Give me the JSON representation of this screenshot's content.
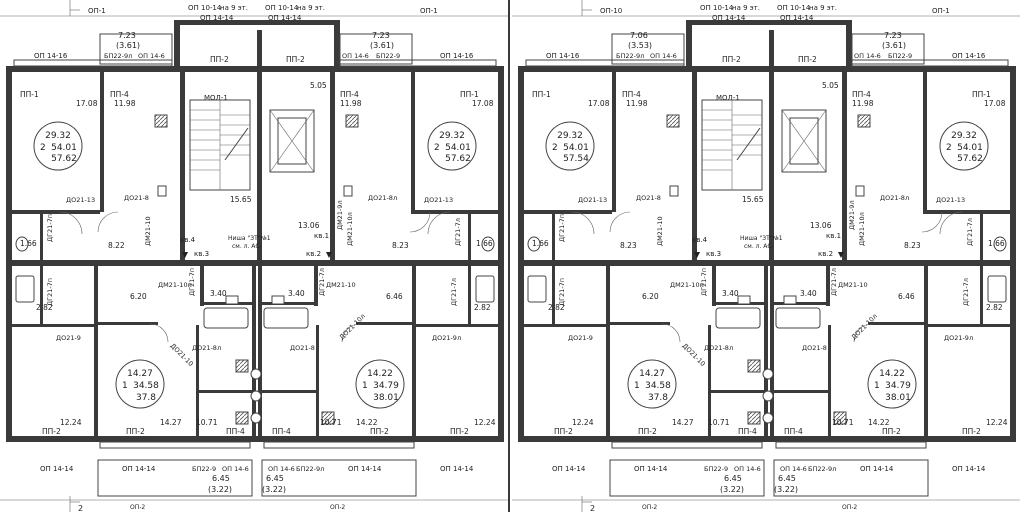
{
  "halves": [
    {
      "id": "left",
      "top": {
        "op_top_left": "ОП-1",
        "op_top_right": "ОП-1",
        "op_stair_a": "ОП 10-14",
        "op_stair_b": "ОП 14-14",
        "op_stair_note": "на 9 эт.",
        "op_lift_a": "ОП 10-14",
        "op_lift_note": "на 9 эт.",
        "op_lift_b": "ОП 14-14",
        "op_edge_left": "ОП 14-16",
        "op_edge_right": "ОП 14-16",
        "balc_left_area": "7.23",
        "balc_left_sub": "(3.61)",
        "balc_left_bp": "БП22-9л",
        "balc_left_op": "ОП 14-6",
        "balc_right_area": "7.23",
        "balc_right_sub": "(3.61)",
        "balc_right_op": "ОП 14-6",
        "balc_right_bp": "БП22-9"
      },
      "apt_tl": {
        "pp_living": "ПП-1",
        "pp_bed": "ПП-4",
        "living": "17.08",
        "bed": "11.98",
        "circle_a": "29.32",
        "circle_rooms": "2",
        "circle_b": "54.01",
        "circle_c": "57.62",
        "door_a": "ДО21-13",
        "door_b": "ДО21-8",
        "door_c": "ДГ21-7п",
        "bath": "1.66",
        "hall": "8.22",
        "hall_door": "ДМ21-10"
      },
      "apt_tr": {
        "pp_bed": "ПП-4",
        "pp_living": "ПП-1",
        "bed": "11.98",
        "living": "17.08",
        "circle_a": "29.32",
        "circle_rooms": "2",
        "circle_b": "54.01",
        "circle_c": "57.62",
        "door_a": "ДО21-8л",
        "door_b": "ДО21-13",
        "door_c": "ДГ21-7л",
        "bath": "1.66",
        "hall": "8.23",
        "hall_door": "ДМ21-10л"
      },
      "core": {
        "stair_pp": "ПП-2",
        "lift_pp": "ПП-2",
        "mol": "МОЛ-1",
        "stair_area": "15.65",
        "lift_area": "5.05",
        "corridor": "13.06",
        "kv4": "кв.4",
        "kv3": "кв.3",
        "kv1": "кв.1",
        "kv2": "кв.2",
        "niche_a": "Ниша \"ЗТ\"№1",
        "niche_b": "см. л. АС-",
        "corr_door": "ДМ21-9л"
      },
      "apt_bl": {
        "wc": "2.82",
        "wc_door": "ДГ21-7п",
        "hall": "6.20",
        "bath": "3.40",
        "door_hall": "ДМ21-10п",
        "door_k": "ДО21-9",
        "door_l": "ДО21-10",
        "door_bath": "ДГ21-7п",
        "door_room": "ДО21-8л",
        "circle_a": "14.27",
        "circle_rooms": "1",
        "circle_b": "34.58",
        "circle_c": "37.8",
        "room": "14.27",
        "kitchen": "12.24",
        "small": "10.71",
        "pp_a": "ПП-2",
        "pp_b": "ПП-2",
        "pp_c": "ПП-4"
      },
      "apt_br": {
        "wc": "2.82",
        "wc_door": "ДГ21-7л",
        "hall": "6.46",
        "bath": "3.40",
        "door_hall": "ДМ21-10",
        "door_k": "ДО21-9л",
        "door_l": "ДО21-10л",
        "door_bath": "ДГ21-7л",
        "door_room": "ДО21-8",
        "circle_a": "14.22",
        "circle_rooms": "1",
        "circle_b": "34.79",
        "circle_c": "38.01",
        "room": "14.22",
        "kitchen": "12.24",
        "small": "10.71",
        "pp_a": "ПП-4",
        "pp_b": "ПП-2",
        "pp_c": "ПП-2"
      },
      "bottom": {
        "op_left": "ОП 14-14",
        "op_mid_left": "ОП 14-14",
        "balc_bp_l": "БП22-9",
        "balc_op_l": "ОП 14-6",
        "balc_area_l": "6.45",
        "balc_sub_l": "(3.22)",
        "balc_op_r": "ОП 14-6",
        "balc_bp_r": "БП22-9л",
        "balc_area_r": "6.45",
        "balc_sub_r": "(3.22)",
        "op_mid_right": "ОП 14-14",
        "op_right": "ОП 14-14",
        "axis": "2",
        "op_edge_a": "ОП-2",
        "op_edge_b": "ОП-2"
      }
    },
    {
      "id": "right",
      "top": {
        "op_top_left": "ОП-10",
        "op_top_right": "ОП-1",
        "op_stair_a": "ОП 10-14",
        "op_stair_b": "ОП 14-14",
        "op_stair_note": "на 9 эт.",
        "op_lift_a": "ОП 10-14",
        "op_lift_note": "на 9 эт.",
        "op_lift_b": "ОП 14-14",
        "op_edge_left": "ОП 14-16",
        "op_edge_right": "ОП 14-16",
        "balc_left_area": "7.06",
        "balc_left_sub": "(3.53)",
        "balc_left_bp": "БП22-9л",
        "balc_left_op": "ОП 14-6",
        "balc_right_area": "7.23",
        "balc_right_sub": "(3.61)",
        "balc_right_op": "ОП 14-6",
        "balc_right_bp": "БП22-9"
      },
      "apt_tl": {
        "pp_living": "ПП-1",
        "pp_bed": "ПП-4",
        "living": "17.08",
        "bed": "11.98",
        "circle_a": "29.32",
        "circle_rooms": "2",
        "circle_b": "54.01",
        "circle_c": "57.54",
        "door_a": "ДО21-13",
        "door_b": "ДО21-8",
        "door_c": "ДГ21-7п",
        "bath": "1.66",
        "hall": "8.23",
        "hall_door": "ДМ21-10"
      },
      "apt_tr": {
        "pp_bed": "ПП-4",
        "pp_living": "ПП-1",
        "bed": "11.98",
        "living": "17.08",
        "circle_a": "29.32",
        "circle_rooms": "2",
        "circle_b": "54.01",
        "circle_c": "57.62",
        "door_a": "ДО21-8л",
        "door_b": "ДО21-13",
        "door_c": "ДГ21-7л",
        "bath": "1.66",
        "hall": "8.23",
        "hall_door": "ДМ21-10л"
      },
      "core": {
        "stair_pp": "ПП-2",
        "lift_pp": "ПП-2",
        "mol": "МОЛ-1",
        "stair_area": "15.65",
        "lift_area": "5.05",
        "corridor": "13.06",
        "kv4": "кв.4",
        "kv3": "кв.3",
        "kv1": "кв.1",
        "kv2": "кв.2",
        "niche_a": "Ниша \"ЗТ\"№1",
        "niche_b": "см. л. АС-",
        "corr_door": "ДМ21-9л"
      },
      "apt_bl": {
        "wc": "2.82",
        "wc_door": "ДГ21-7п",
        "hall": "6.20",
        "bath": "3.40",
        "door_hall": "ДМ21-10п",
        "door_k": "ДО21-9",
        "door_l": "ДО21-10",
        "door_bath": "ДГ21-7п",
        "door_room": "ДО21-8л",
        "circle_a": "14.27",
        "circle_rooms": "1",
        "circle_b": "34.58",
        "circle_c": "37.8",
        "room": "14.27",
        "kitchen": "12.24",
        "small": "10.71",
        "pp_a": "ПП-2",
        "pp_b": "ПП-2",
        "pp_c": "ПП-4"
      },
      "apt_br": {
        "wc": "2.82",
        "wc_door": "ДГ21-7л",
        "hall": "6.46",
        "bath": "3.40",
        "door_hall": "ДМ21-10",
        "door_k": "ДО21-9л",
        "door_l": "ДО21-10л",
        "door_bath": "ДГ21-7л",
        "door_room": "ДО21-8",
        "circle_a": "14.22",
        "circle_rooms": "1",
        "circle_b": "34.79",
        "circle_c": "38.01",
        "room": "14.22",
        "kitchen": "12.24",
        "small": "10.71",
        "pp_a": "ПП-4",
        "pp_b": "ПП-2",
        "pp_c": "ПП-2"
      },
      "bottom": {
        "op_left": "ОП 14-14",
        "op_mid_left": "ОП 14-14",
        "balc_bp_l": "БП22-9",
        "balc_op_l": "ОП 14-6",
        "balc_area_l": "6.45",
        "balc_sub_l": "(3.22)",
        "balc_op_r": "ОП 14-6",
        "balc_bp_r": "БП22-9л",
        "balc_area_r": "6.45",
        "balc_sub_r": "(3.22)",
        "op_mid_right": "ОП 14-14",
        "op_right": "ОП 14-14",
        "axis": "2",
        "op_edge_a": "ОП-2",
        "op_edge_b": "ОП-2"
      }
    }
  ]
}
